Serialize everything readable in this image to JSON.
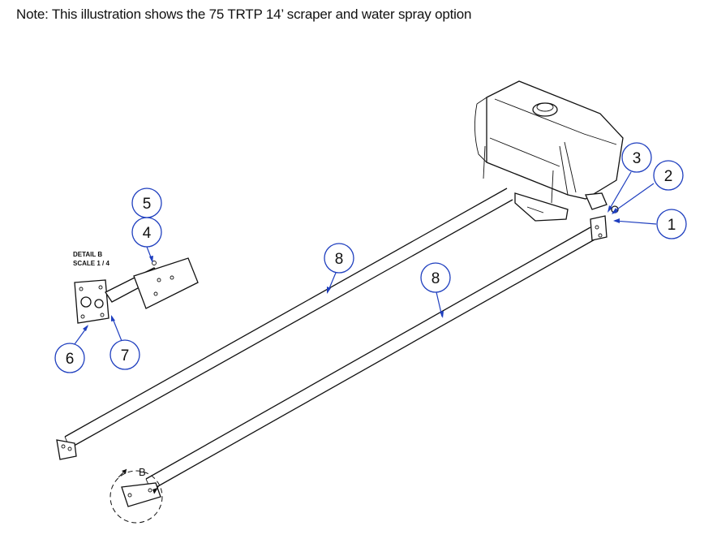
{
  "note": "Note: This illustration shows the 75 TRTP 14’ scraper and water spray option",
  "detail": {
    "title": "DETAIL  B",
    "scale": "SCALE 1 / 4",
    "view_letter": "B"
  },
  "callouts": [
    "1",
    "2",
    "3",
    "4",
    "5",
    "6",
    "7",
    "8",
    "8"
  ],
  "colors": {
    "callout": "#1f3fbf",
    "linework": "#111111"
  }
}
